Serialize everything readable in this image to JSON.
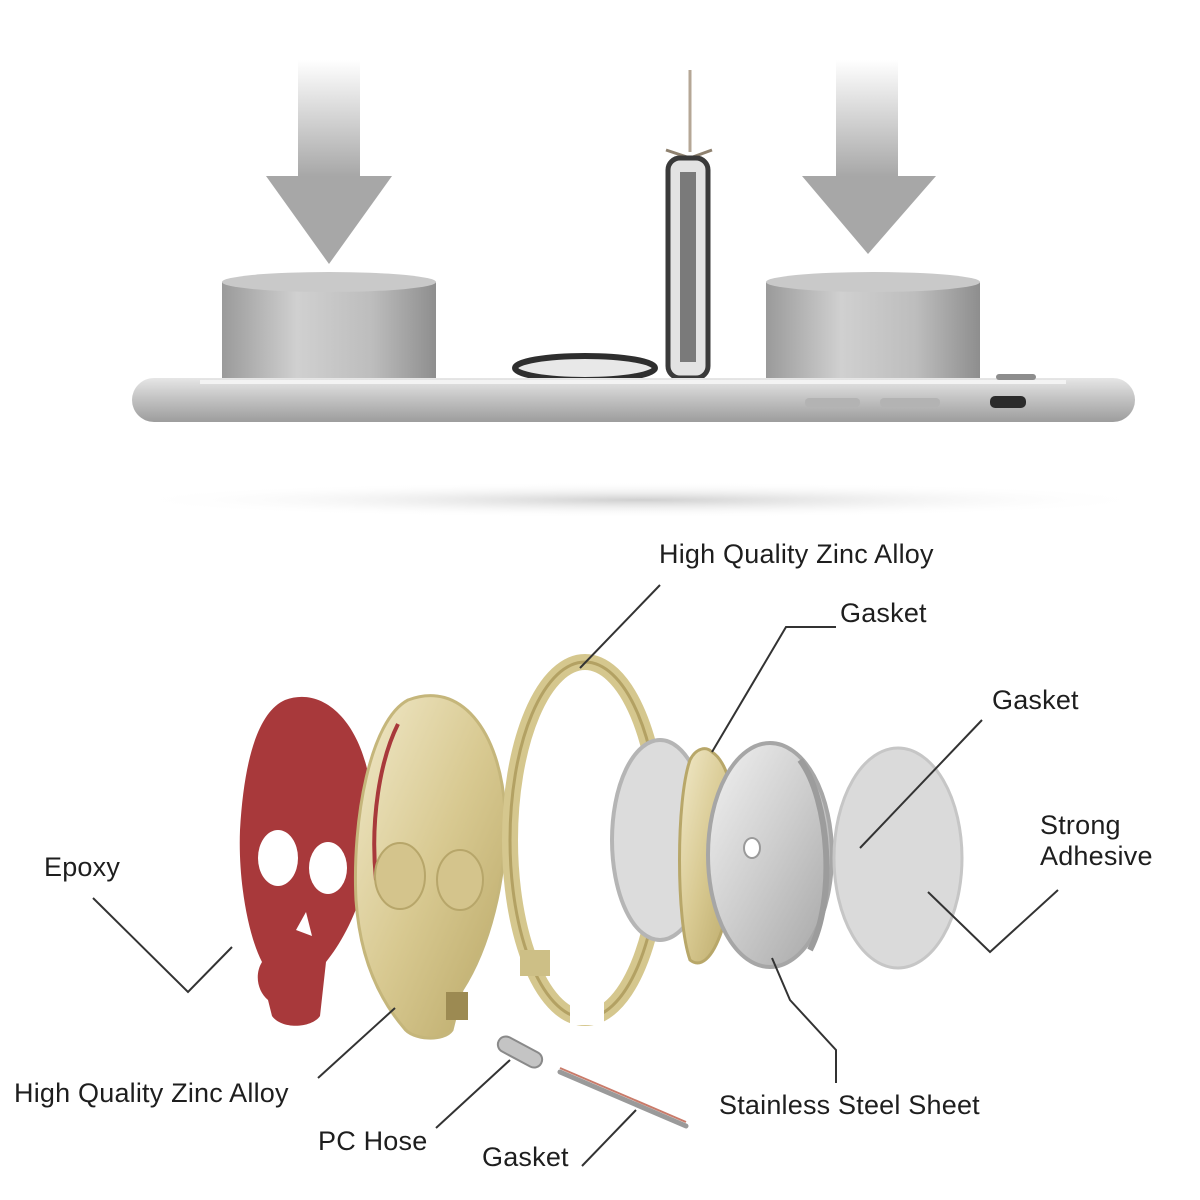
{
  "labels": {
    "zinc_alloy_top": "High Quality Zinc Alloy",
    "gasket_top": "Gasket",
    "gasket_right": "Gasket",
    "strong_adhesive_line1": "Strong",
    "strong_adhesive_line2": "Adhesive",
    "epoxy": "Epoxy",
    "zinc_alloy_bottom": "High Quality Zinc Alloy",
    "pc_hose": "PC Hose",
    "gasket_bottom": "Gasket",
    "stainless_steel_sheet": "Stainless Steel Sheet"
  },
  "icons": [
    "down-arrow-icon",
    "magnet-icon",
    "phone-icon",
    "skull-icon",
    "ring-icon",
    "pin-icon"
  ],
  "colors": {
    "arrow": "#a7a7a7",
    "magnet": "#b4b4b4",
    "phone": "#c7c7c7",
    "epoxy_red": "#a8393b",
    "zinc_gold": "#d9cda2",
    "steel": "#cfcfcf",
    "leader_line": "#333333"
  }
}
